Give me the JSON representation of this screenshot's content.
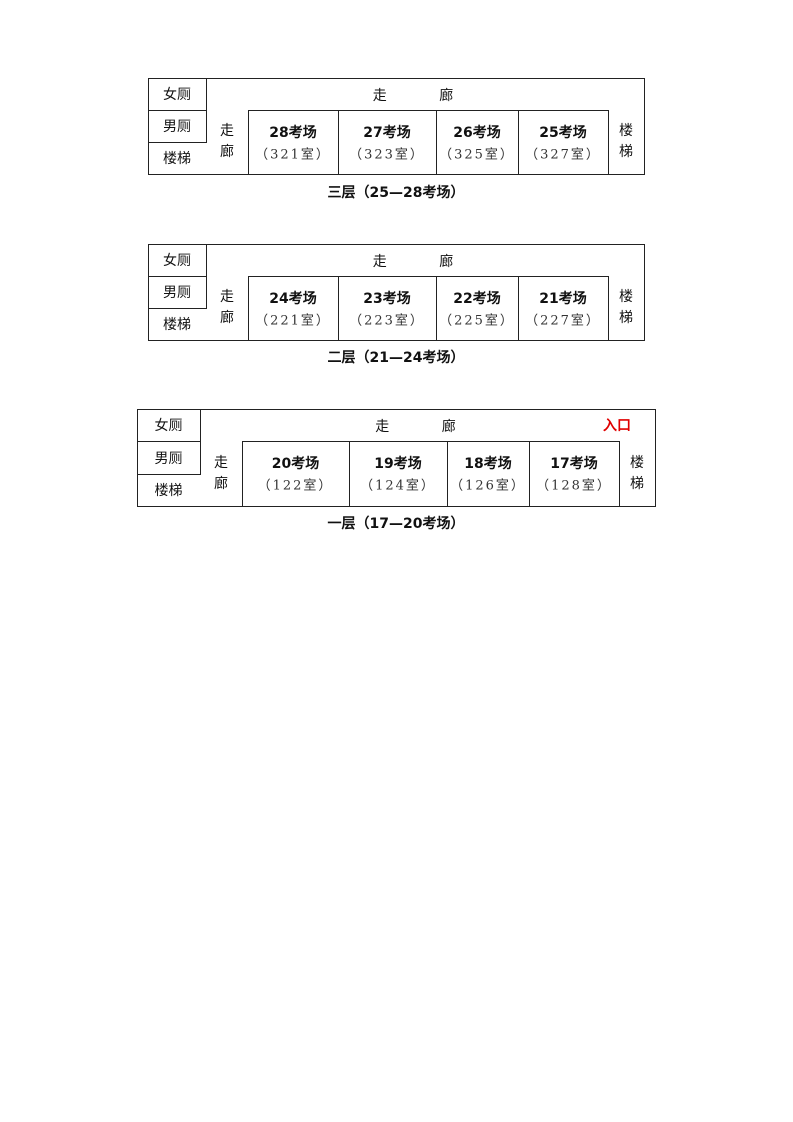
{
  "labels": {
    "womens_restroom": "女厕",
    "mens_restroom": "男厕",
    "stairs": "楼梯",
    "corridor": "走 廊",
    "corridor_vertical": "走廊",
    "entrance": "入口"
  },
  "floors": [
    {
      "caption": "三层（25—28考场）",
      "rooms": [
        {
          "name": "28考场",
          "room": "（321室）"
        },
        {
          "name": "27考场",
          "room": "（323室）"
        },
        {
          "name": "26考场",
          "room": "（325室）"
        },
        {
          "name": "25考场",
          "room": "（327室）"
        }
      ],
      "has_entrance": false
    },
    {
      "caption": "二层（21—24考场）",
      "rooms": [
        {
          "name": "24考场",
          "room": "（221室）"
        },
        {
          "name": "23考场",
          "room": "（223室）"
        },
        {
          "name": "22考场",
          "room": "（225室）"
        },
        {
          "name": "21考场",
          "room": "（227室）"
        }
      ],
      "has_entrance": false
    },
    {
      "caption": "一层（17—20考场）",
      "rooms": [
        {
          "name": "20考场",
          "room": "（122室）"
        },
        {
          "name": "19考场",
          "room": "（124室）"
        },
        {
          "name": "18考场",
          "room": "（126室）"
        },
        {
          "name": "17考场",
          "room": "（128室）"
        }
      ],
      "has_entrance": true
    }
  ]
}
